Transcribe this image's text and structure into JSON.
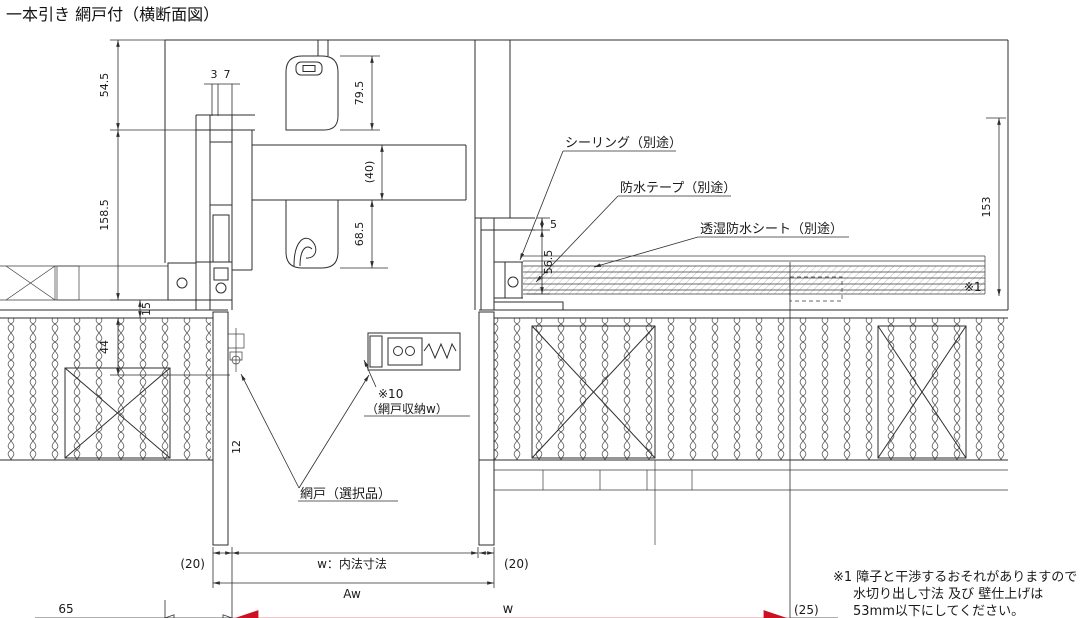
{
  "title": "一本引き 網戸付（横断面図）",
  "labels": {
    "sealing": "シーリング（別途）",
    "tape": "防水テープ（別途）",
    "sheet": "透湿防水シート（別途）",
    "screen_ref": "※10",
    "screen_storage": "（網戸収納w）",
    "screen_door": "網戸（選択品）",
    "ref1": "※1"
  },
  "dims": {
    "d3": "3",
    "d7": "7",
    "d54_5": "54.5",
    "d158_5": "158.5",
    "d15": "15",
    "d44": "44",
    "d12": "12",
    "d79_5": "79.5",
    "d40": "(40)",
    "d68_5": "68.5",
    "d5": "5",
    "d56_5": "56.5",
    "d153": "153",
    "d20_left": "(20)",
    "w_inner": "w：内法寸法",
    "d20_right": "(20)",
    "aw": "Aw",
    "d65": "65",
    "w": "w",
    "d25": "(25)"
  },
  "note_lines": [
    "※1 障子と干渉するおそれがありますので",
    "水切り出し寸法 及び 壁仕上げは",
    "53mm以下にしてください。"
  ],
  "colors": {
    "line": "#2e2e2e",
    "red": "#cc1122"
  }
}
